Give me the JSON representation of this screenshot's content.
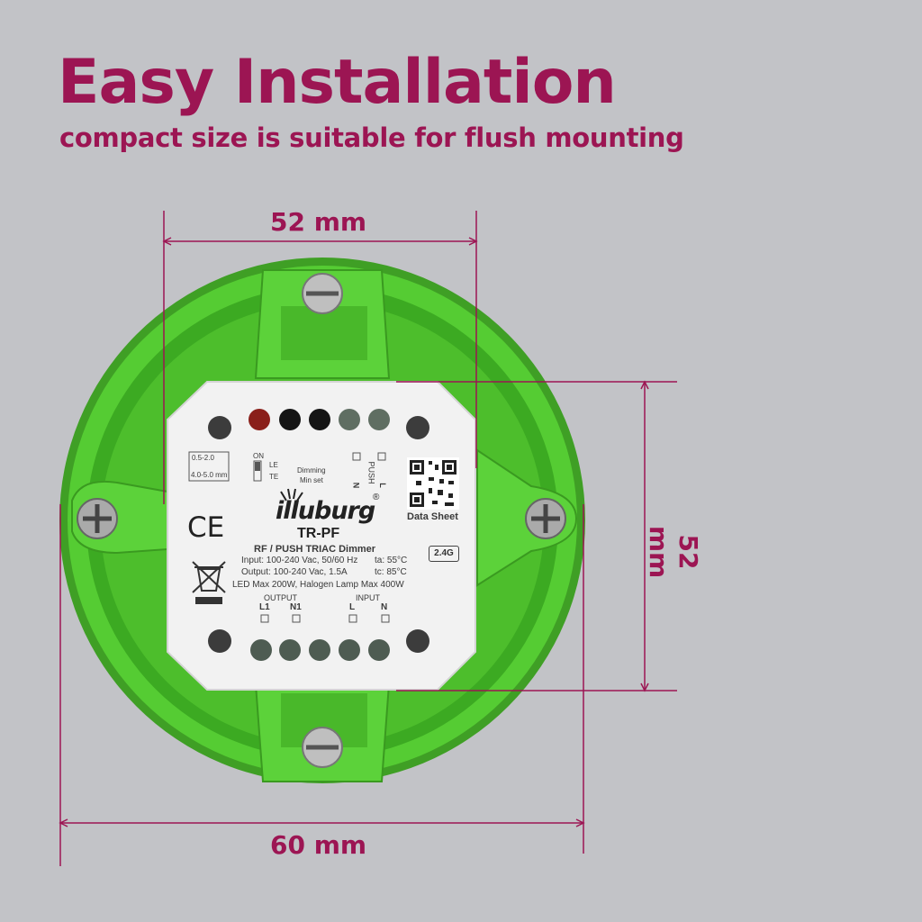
{
  "headline": {
    "title": "Easy Installation",
    "subtitle": "compact size is suitable for flush mounting"
  },
  "dimensions": {
    "top_width": "52 mm",
    "right_height": "52 mm",
    "bottom_width": "60 mm"
  },
  "device": {
    "brand": "illuburg",
    "registered": "®",
    "model": "TR-PF",
    "description": "RF / PUSH TRIAC Dimmer",
    "input_spec": "Input: 100-240 Vac, 50/60 Hz",
    "ta_spec": "ta: 55°C",
    "output_spec": "Output: 100-240 Vac, 1.5A",
    "tc_spec": "tc: 85°C",
    "load_spec": "LED Max 200W, Halogen Lamp Max 400W",
    "output_label": "OUTPUT",
    "input_label": "INPUT",
    "terminal_l1": "L1",
    "terminal_n1": "N1",
    "terminal_l": "L",
    "terminal_n": "N",
    "datasheet_label": "Data Sheet",
    "band_badge": "2.4G",
    "ce_mark": "CE",
    "strip_top": "0.5-2.0",
    "strip_bottom": "4.0-5.0 mm",
    "switch_on": "ON",
    "switch_le": "LE",
    "switch_te": "TE",
    "dimming_label": "Dimming",
    "minset_label": "Min set",
    "push_label": "PUSH",
    "push_n": "N",
    "push_l": "L"
  },
  "colors": {
    "accent": "#9c1553",
    "background": "#c2c3c7",
    "box_green": "#55cc33",
    "module_white": "#f2f2f2"
  }
}
